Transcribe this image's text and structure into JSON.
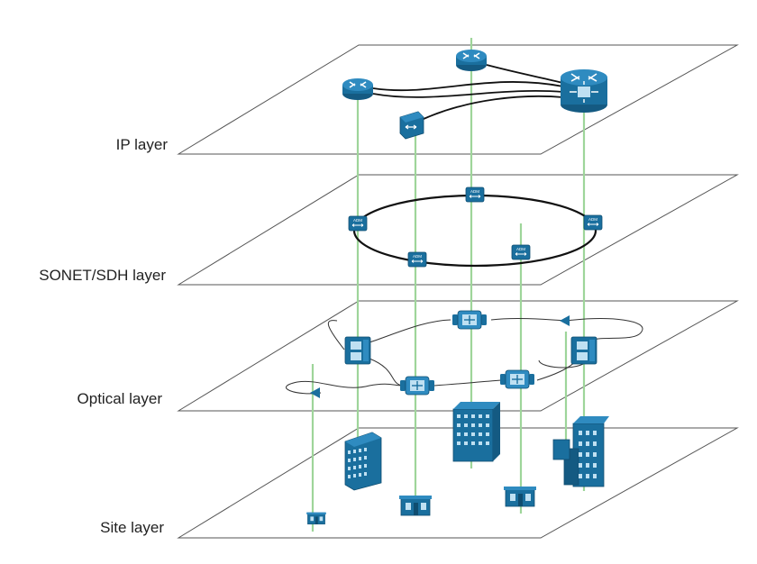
{
  "layers": {
    "ip": "IP layer",
    "sonet": "SONET/SDH layer",
    "optical": "Optical layer",
    "site": "Site layer"
  },
  "adm_label": "ADM",
  "icons": {
    "router": "router-icon",
    "core_router": "core-router-icon",
    "switch": "multilayer-switch-icon",
    "adm": "adm-icon",
    "amplifier": "optical-amplifier-icon",
    "oadm": "optical-add-drop-mux-icon",
    "building": "office-building-icon",
    "small_site": "small-site-icon"
  },
  "colors": {
    "device_blue": "#1a6f9e",
    "device_light": "#4fa3d1",
    "vertical_link": "#9ed59a",
    "plane_outline": "#555555",
    "ring": "#111111"
  }
}
